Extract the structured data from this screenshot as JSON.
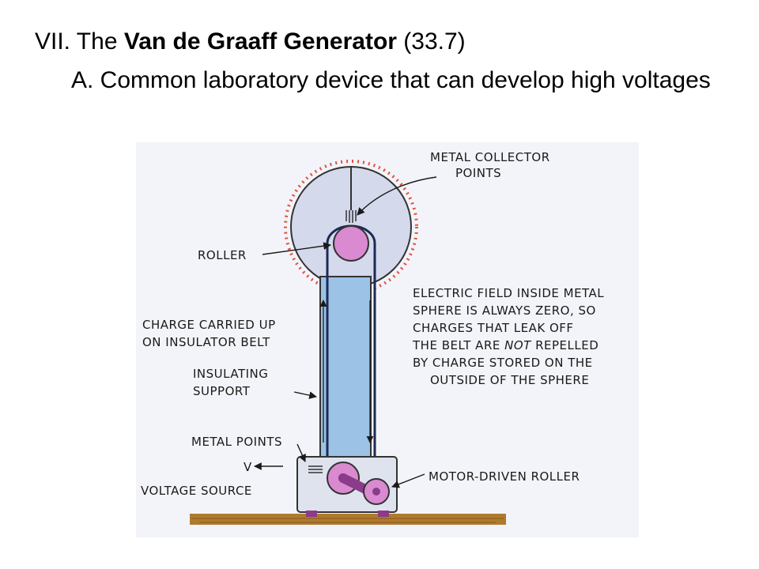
{
  "slide": {
    "heading": {
      "numeral": "VII. The ",
      "title_bold": "Van de Graaff Generator",
      "section_ref": " (33.7)"
    },
    "point_a": "A. Common laboratory device that can develop high voltages"
  },
  "figure": {
    "labels": {
      "collector_line1": "METAL COLLECTOR",
      "collector_line2": "POINTS",
      "roller": "ROLLER",
      "field_line1": "ELECTRIC FIELD INSIDE METAL",
      "field_line2": "SPHERE IS ALWAYS ZERO, SO",
      "field_line3": "CHARGES THAT LEAK OFF",
      "field_line4a": "THE BELT ARE ",
      "field_line4_not": "NOT",
      "field_line4b": " REPELLED",
      "field_line5": "BY CHARGE STORED ON THE",
      "field_line6": "OUTSIDE OF THE SPHERE",
      "charge_line1": "CHARGE CARRIED UP",
      "charge_line2": "ON INSULATOR BELT",
      "insulating_line1": "INSULATING",
      "insulating_line2": "SUPPORT",
      "metal_points": "METAL POINTS",
      "v": "V",
      "voltage_source": "VOLTAGE SOURCE",
      "motor_roller": "MOTOR-DRIVEN ROLLER"
    },
    "colors": {
      "sphere": "#d4d9ec",
      "column": "#9cc3e6",
      "roller": "#d98ad0",
      "charge_dots": "#e0533f",
      "ground": "#b07a2e",
      "base": "#dfe3ee",
      "background_tint": "#f3f4f9"
    }
  }
}
